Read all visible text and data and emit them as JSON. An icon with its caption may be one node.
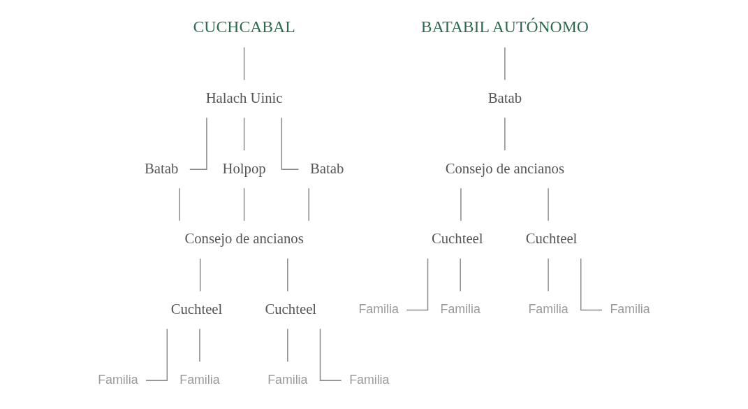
{
  "diagram": {
    "nodes": [
      {
        "text": [
          "CUCHCABAL"
        ]
      },
      {
        "text": [
          "Halach Uinic"
        ]
      },
      {
        "text": [
          "Batab"
        ]
      },
      {
        "text": [
          "Holpop"
        ]
      },
      {
        "text": [
          "Batab"
        ]
      },
      {
        "text": [
          "Consejo de ancianos"
        ]
      },
      {
        "text": [
          "Cuchteel"
        ]
      },
      {
        "text": [
          "Cuchteel"
        ]
      },
      {
        "text": [
          "Familia"
        ]
      },
      {
        "text": [
          "Familia"
        ]
      },
      {
        "text": [
          "Familia"
        ]
      },
      {
        "text": [
          "Familia"
        ]
      },
      {
        "text": [
          "BATABIL AUTÓNOMO"
        ]
      },
      {
        "text": [
          "Batab"
        ]
      },
      {
        "text": [
          "Consejo de ancianos"
        ]
      },
      {
        "text": [
          "Cuchteel"
        ]
      },
      {
        "text": [
          "Cuchteel"
        ]
      },
      {
        "text": [
          "Familia"
        ]
      },
      {
        "text": [
          "Familia"
        ]
      },
      {
        "text": [
          "Familia"
        ]
      },
      {
        "text": [
          "Familia"
        ]
      }
    ],
    "edges": [
      {
        "from": 0,
        "to": 1,
        "arrow": "none"
      },
      {
        "from": 1,
        "to": 2,
        "arrow": "none"
      },
      {
        "from": 1,
        "to": 3,
        "arrow": "none"
      },
      {
        "from": 1,
        "to": 4,
        "arrow": "none"
      },
      {
        "from": 2,
        "to": 5,
        "arrow": "none"
      },
      {
        "from": 3,
        "to": 5,
        "arrow": "none"
      },
      {
        "from": 4,
        "to": 5,
        "arrow": "none"
      },
      {
        "from": 5,
        "to": 6,
        "arrow": "none"
      },
      {
        "from": 5,
        "to": 7,
        "arrow": "none"
      },
      {
        "from": 6,
        "to": 8,
        "arrow": "none"
      },
      {
        "from": 6,
        "to": 9,
        "arrow": "none"
      },
      {
        "from": 7,
        "to": 10,
        "arrow": "none"
      },
      {
        "from": 7,
        "to": 11,
        "arrow": "none"
      },
      {
        "from": 12,
        "to": 13,
        "arrow": "none"
      },
      {
        "from": 13,
        "to": 14,
        "arrow": "none"
      },
      {
        "from": 14,
        "to": 15,
        "arrow": "none"
      },
      {
        "from": 14,
        "to": 16,
        "arrow": "none"
      },
      {
        "from": 15,
        "to": 17,
        "arrow": "none"
      },
      {
        "from": 15,
        "to": 18,
        "arrow": "none"
      },
      {
        "from": 16,
        "to": 19,
        "arrow": "none"
      },
      {
        "from": 16,
        "to": 20,
        "arrow": "none"
      }
    ]
  }
}
